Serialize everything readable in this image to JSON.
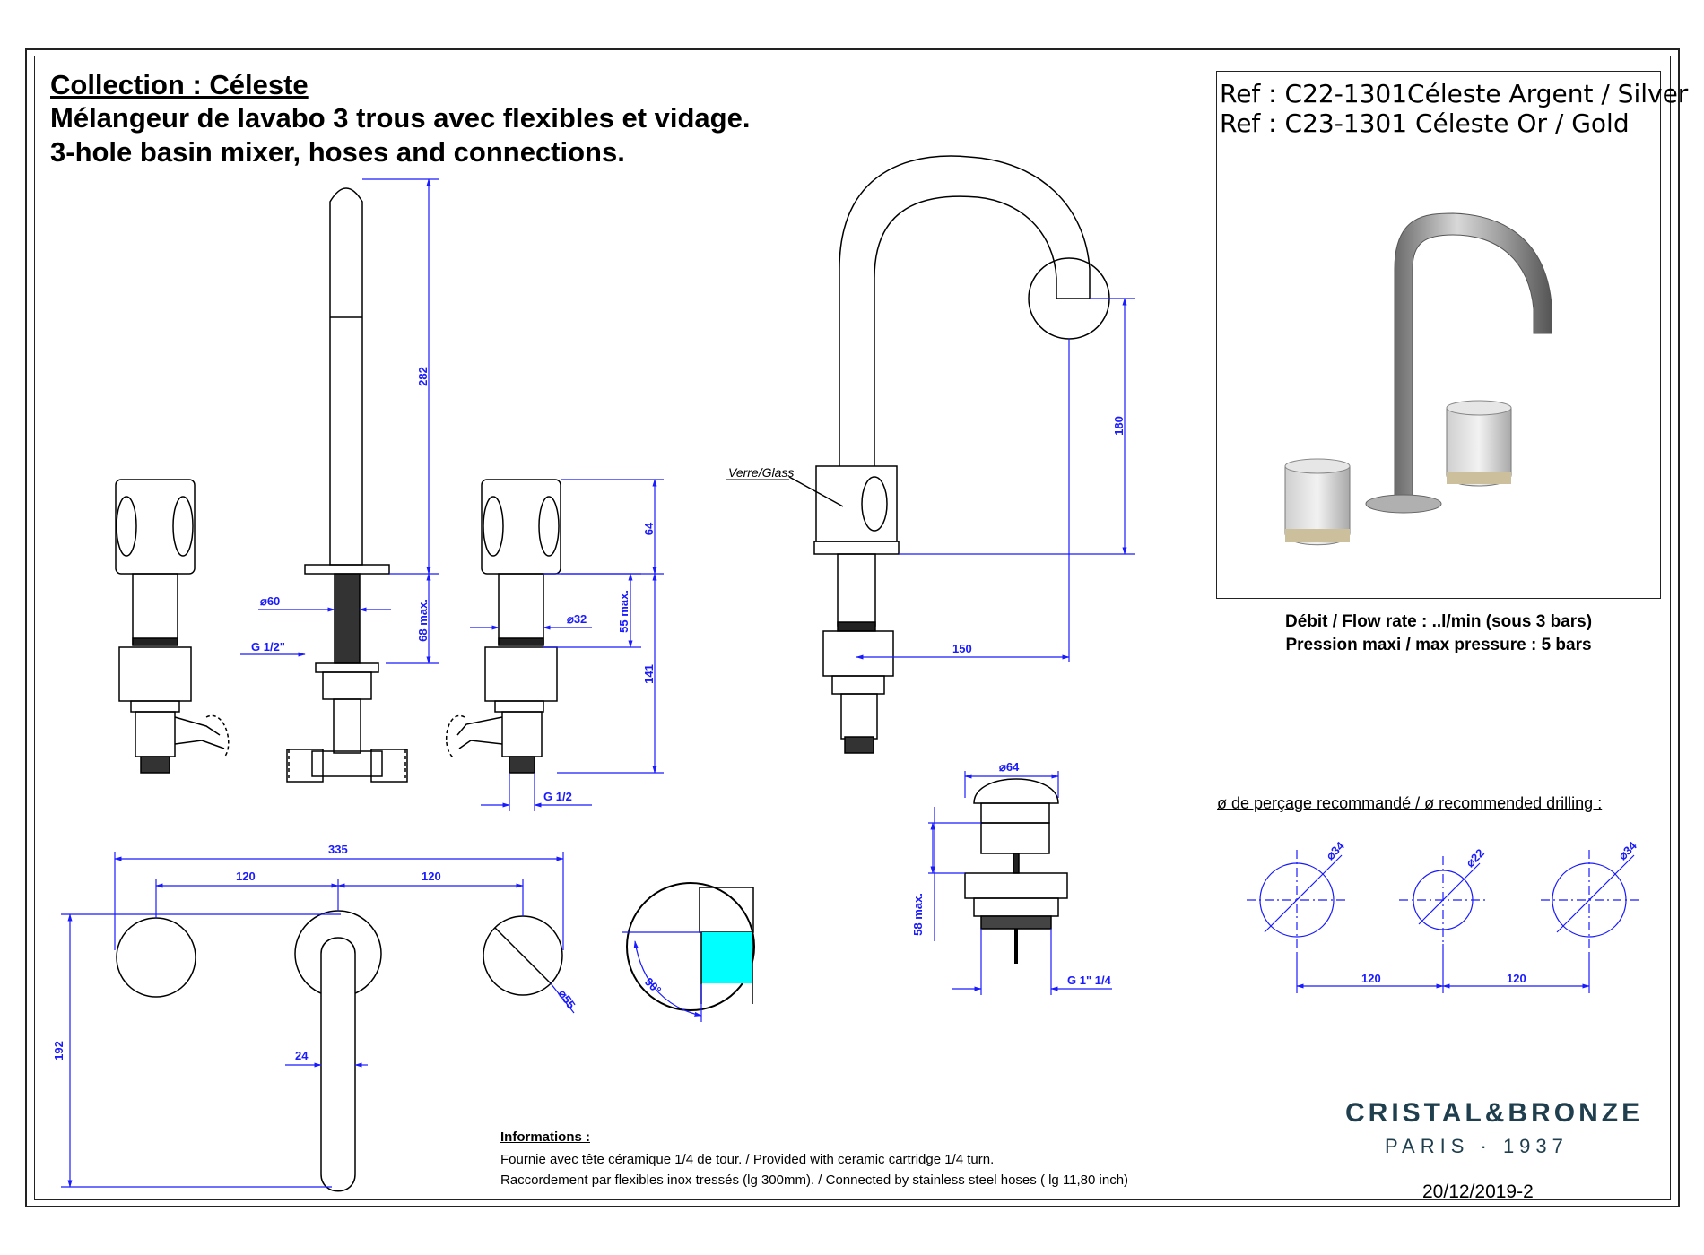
{
  "header": {
    "collection": "Collection : Céleste",
    "title_fr": "Mélangeur de lavabo 3 trous avec flexibles et vidage.",
    "title_en": "3-hole basin mixer, hoses and connections."
  },
  "references": {
    "ref1": "Ref : C22-1301Céleste Argent / Silver",
    "ref2": "Ref : C23-1301 Céleste Or / Gold"
  },
  "specs": {
    "flow": "Débit / Flow rate : ..l/min (sous 3 bars)",
    "pressure": "Pression maxi / max pressure : 5 bars"
  },
  "drilling": {
    "title": "ø de perçage recommandé / ø recommended drilling :",
    "d1": "34",
    "d2": "22",
    "d3": "34",
    "spacing1": "120",
    "spacing2": "120"
  },
  "dimensions": {
    "spout_height": "282",
    "handle_height": "64",
    "handle_max": "55 max.",
    "total_handle": "141",
    "spout_max": "68 max.",
    "dia60": "60",
    "dia32": "32",
    "g_half_in": "G 1/2\"",
    "g_half": "G 1/2",
    "spout_rise": "180",
    "spout_reach": "150",
    "waste_dia": "64",
    "waste_max": "58 max.",
    "waste_thread": "G 1\" 1/4",
    "overall_width": "335",
    "spacing_a": "120",
    "spacing_b": "120",
    "depth": "192",
    "lever_width": "24",
    "handle_dia": "55",
    "rotation": "90°"
  },
  "labels": {
    "glass": "Verre/Glass"
  },
  "info": {
    "heading": "Informations :",
    "line1": "Fournie avec tête céramique 1/4 de tour. / Provided with ceramic cartridge 1/4 turn.",
    "line2": "Raccordement par flexibles inox tressés (lg 300mm). / Connected by stainless steel hoses ( lg 11,80 inch)"
  },
  "brand": {
    "name": "CRISTAL&BRONZE",
    "sub": "PARIS · 1937"
  },
  "date": "20/12/2019-2",
  "colors": {
    "dimension": "#1a1aff",
    "brand": "#1f3f4f",
    "water": "#00ffff"
  }
}
